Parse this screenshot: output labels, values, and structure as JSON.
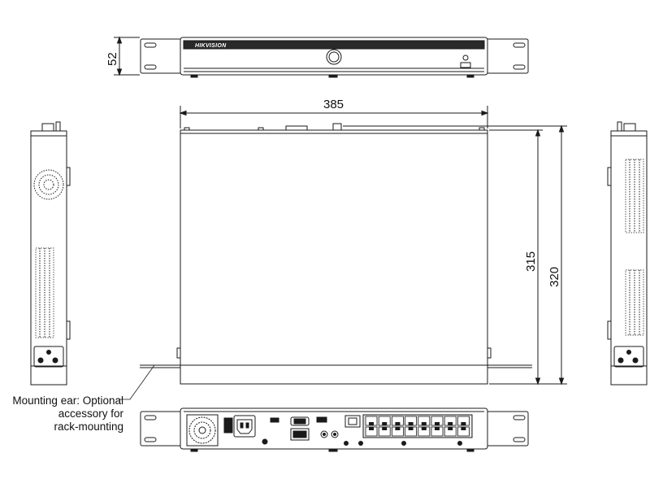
{
  "dimensions": {
    "height": "52",
    "width": "385",
    "depth_body": "315",
    "depth_total": "320"
  },
  "front_panel": {
    "brand": "HIKVISION"
  },
  "callout": {
    "line1": "Mounting ear: Optional",
    "line2": "accessory for",
    "line3": "rack-mounting"
  },
  "colors": {
    "line": "#1a1a1a",
    "dark_face": "#2a2a2a",
    "port_fill": "#e8e8e8"
  }
}
